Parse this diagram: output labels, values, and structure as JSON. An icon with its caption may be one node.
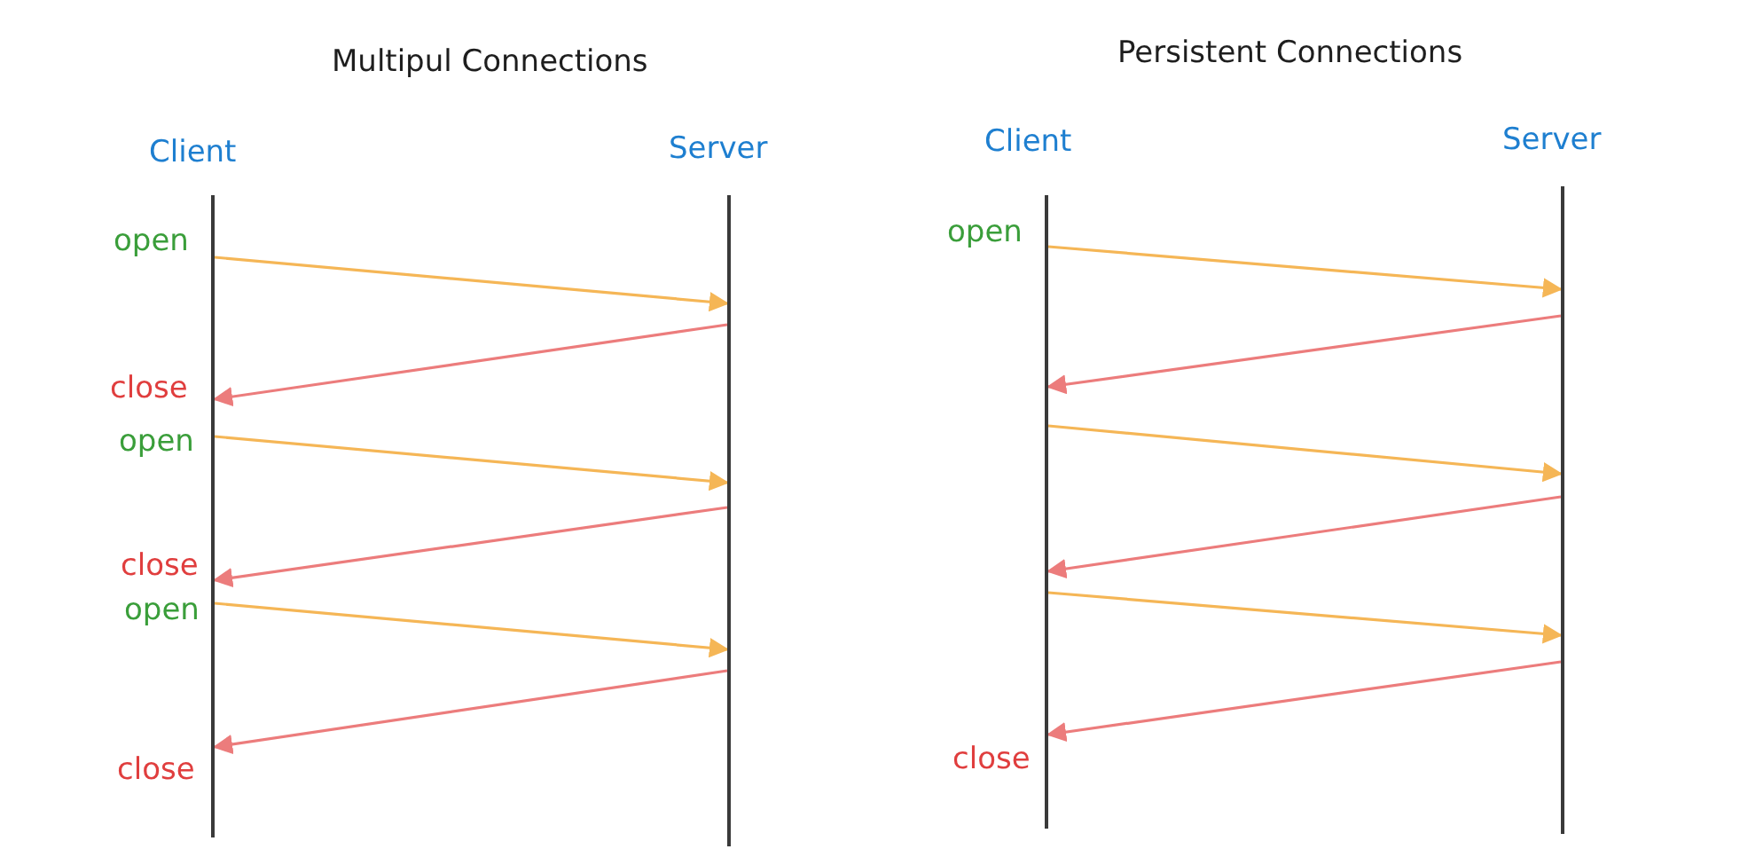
{
  "diagram": {
    "nodes": [
      {
        "text": [],
        "shape": "bar",
        "beside": [
          "Client"
        ]
      },
      {
        "text": [],
        "shape": "bar",
        "beside": [
          "Server"
        ]
      },
      {
        "text": [],
        "shape": "bar",
        "beside": [
          "Client"
        ]
      },
      {
        "text": [],
        "shape": "bar",
        "beside": [
          "Server"
        ]
      }
    ],
    "edges": [
      {
        "from": 0,
        "to": 1,
        "arrow": "to",
        "color": "#f5b656"
      },
      {
        "from": 1,
        "to": 0,
        "arrow": "to",
        "color": "#ec7c7c"
      },
      {
        "from": 0,
        "to": 1,
        "arrow": "to",
        "color": "#f5b656"
      },
      {
        "from": 1,
        "to": 0,
        "arrow": "to",
        "color": "#ec7c7c"
      },
      {
        "from": 0,
        "to": 1,
        "arrow": "to",
        "color": "#f5b656"
      },
      {
        "from": 1,
        "to": 0,
        "arrow": "to",
        "color": "#ec7c7c"
      },
      {
        "from": 2,
        "to": 3,
        "arrow": "to",
        "color": "#f5b656"
      },
      {
        "from": 3,
        "to": 2,
        "arrow": "to",
        "color": "#ec7c7c"
      },
      {
        "from": 2,
        "to": 3,
        "arrow": "to",
        "color": "#f5b656"
      },
      {
        "from": 3,
        "to": 2,
        "arrow": "to",
        "color": "#ec7c7c"
      },
      {
        "from": 2,
        "to": 3,
        "arrow": "to",
        "color": "#f5b656"
      },
      {
        "from": 3,
        "to": 2,
        "arrow": "to",
        "color": "#ec7c7c"
      }
    ],
    "labels": [
      "Multipul Connections",
      "Persistent Connections",
      "open",
      "close",
      "open",
      "close",
      "open",
      "close",
      "open",
      "close"
    ]
  }
}
